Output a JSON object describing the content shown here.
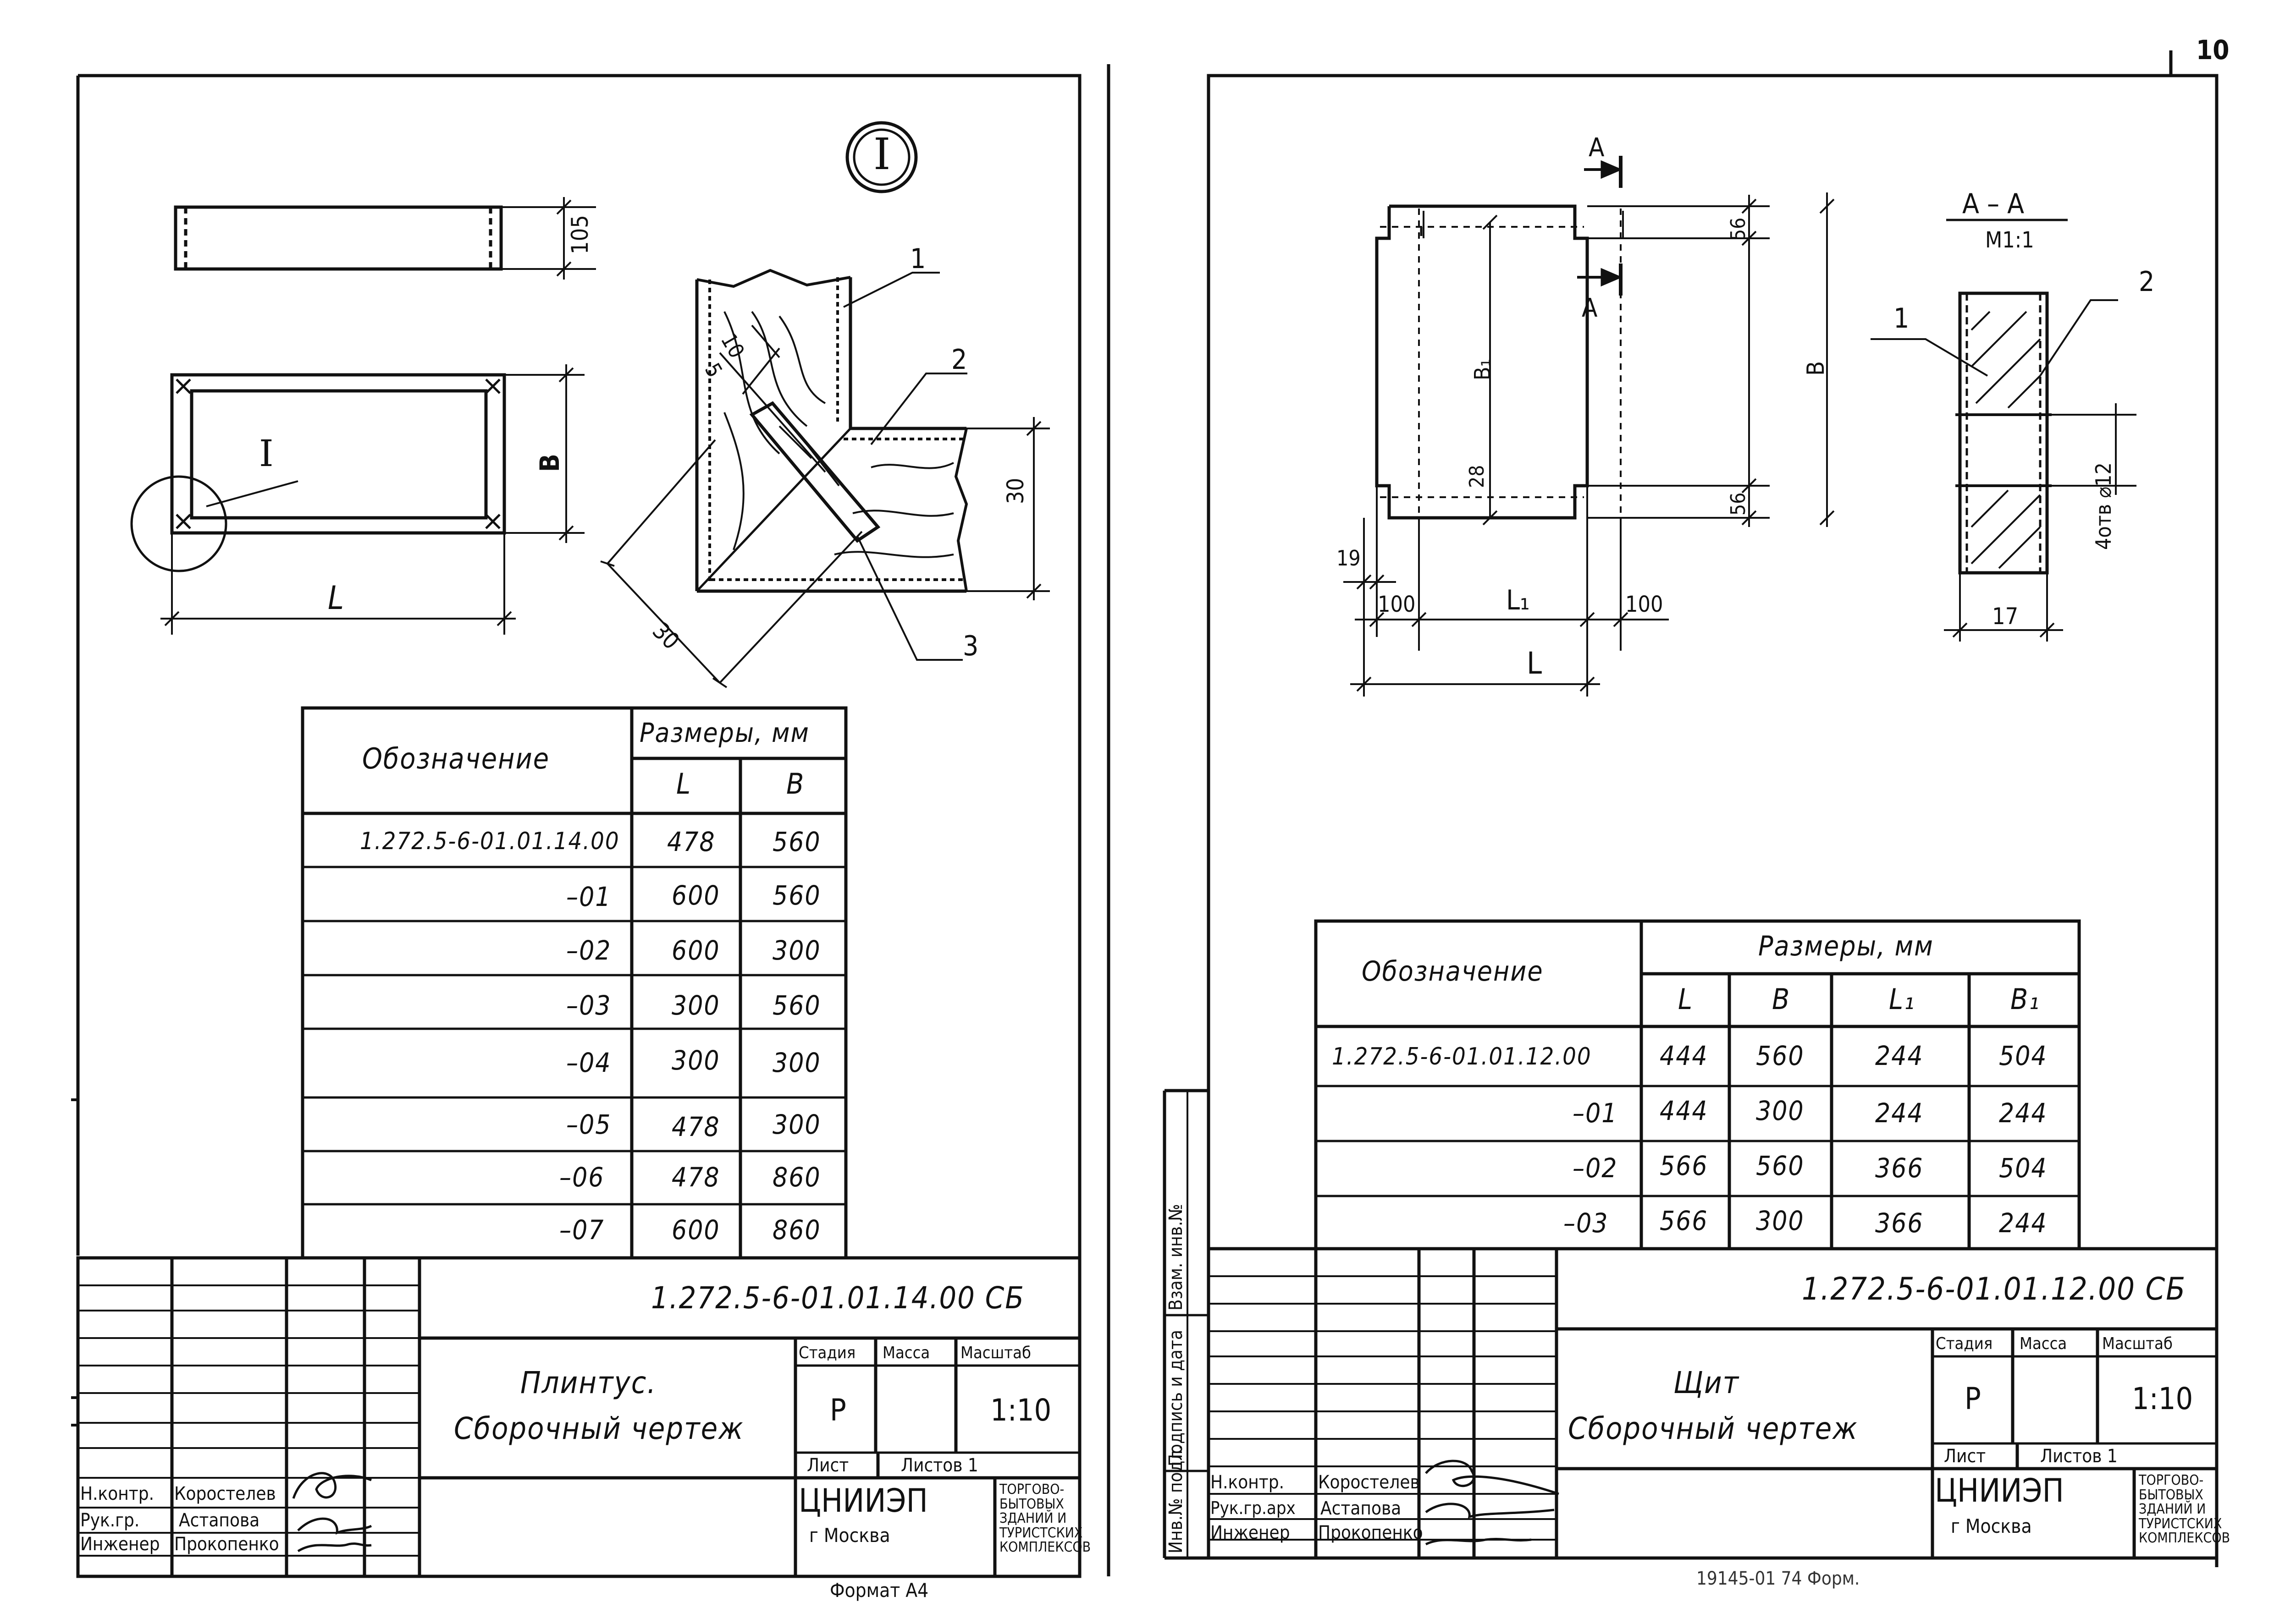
{
  "page_number": "10",
  "left_sheet": {
    "detail_marker": "I",
    "detail_callout": "I",
    "dims": {
      "h105": "105",
      "B": "B",
      "L": "L",
      "d10": "10",
      "d5": "5",
      "d30a": "30",
      "d30b": "30"
    },
    "positions": [
      "1",
      "2",
      "3"
    ],
    "table": {
      "header_designation": "Обозначение",
      "header_sizes": "Размеры, мм",
      "col_L": "L",
      "col_B": "B",
      "rows": [
        {
          "designation": "1.272.5-6-01.01.14.00",
          "L": "478",
          "B": "560"
        },
        {
          "designation": "–01",
          "L": "600",
          "B": "560"
        },
        {
          "designation": "–02",
          "L": "600",
          "B": "300"
        },
        {
          "designation": "–03",
          "L": "300",
          "B": "560"
        },
        {
          "designation": "–04",
          "L": "300",
          "B": "300"
        },
        {
          "designation": "–05",
          "L": "478",
          "B": "300"
        },
        {
          "designation": "–06",
          "L": "478",
          "B": "860"
        },
        {
          "designation": "–07",
          "L": "600",
          "B": "860"
        }
      ]
    },
    "title_block": {
      "code": "1.272.5-6-01.01.14.00 СБ",
      "name_line1": "Плинтус.",
      "name_line2": "Сборочный чертеж",
      "stage_label": "Стадия",
      "mass_label": "Масса",
      "scale_label": "Масштаб",
      "stage": "Р",
      "scale": "1:10",
      "sheet_label": "Лист",
      "sheets_label": "Листов 1",
      "org": "ЦНИИЭП",
      "city": "г Москва",
      "dept": "Торгово-бытовых зданий и туристских комплексов",
      "roles": [
        {
          "role": "Н.контр.",
          "name": "Коростелев"
        },
        {
          "role": "Рук.гр.",
          "name": "Астапова"
        },
        {
          "role": "Инженер",
          "name": "Прокопенко"
        }
      ],
      "format": "Формат А4"
    }
  },
  "right_sheet": {
    "section_label": "А",
    "section_title": "А – А",
    "section_scale": "М1:1",
    "dims": {
      "d56a": "56",
      "d56b": "56",
      "B1": "B₁",
      "B": "B",
      "d28": "28",
      "d19": "19",
      "d100a": "100",
      "L1": "L₁",
      "d100b": "100",
      "L": "L",
      "d17": "17",
      "holes": "4отв ⌀12"
    },
    "positions": [
      "1",
      "2"
    ],
    "table": {
      "header_designation": "Обозначение",
      "header_sizes": "Размеры, мм",
      "col_L": "L",
      "col_B": "B",
      "col_L1": "L₁",
      "col_B1": "B₁",
      "rows": [
        {
          "designation": "1.272.5-6-01.01.12.00",
          "L": "444",
          "B": "560",
          "L1": "244",
          "B1": "504"
        },
        {
          "designation": "–01",
          "L": "444",
          "B": "300",
          "L1": "244",
          "B1": "244"
        },
        {
          "designation": "–02",
          "L": "566",
          "B": "560",
          "L1": "366",
          "B1": "504"
        },
        {
          "designation": "–03",
          "L": "566",
          "B": "300",
          "L1": "366",
          "B1": "244"
        }
      ]
    },
    "title_block": {
      "code": "1.272.5-6-01.01.12.00 СБ",
      "name_line1": "Щит",
      "name_line2": "Сборочный чертеж",
      "stage_label": "Стадия",
      "mass_label": "Масса",
      "scale_label": "Масштаб",
      "stage": "Р",
      "scale": "1:10",
      "sheet_label": "Лист",
      "sheets_label": "Листов 1",
      "org": "ЦНИИЭП",
      "city": "г Москва",
      "dept": "Торгово-бытовых зданий и туристских комплексов",
      "roles": [
        {
          "role": "Н.контр.",
          "name": "Коростелев"
        },
        {
          "role": "Рук.гр.арх",
          "name": "Астапова"
        },
        {
          "role": "Инженер",
          "name": "Прокопенко"
        }
      ],
      "side_labels": [
        "Инв.№ подл.",
        "Подпись и дата",
        "Взам. инв.№"
      ],
      "footer": "19145-01   74   Форм."
    }
  }
}
